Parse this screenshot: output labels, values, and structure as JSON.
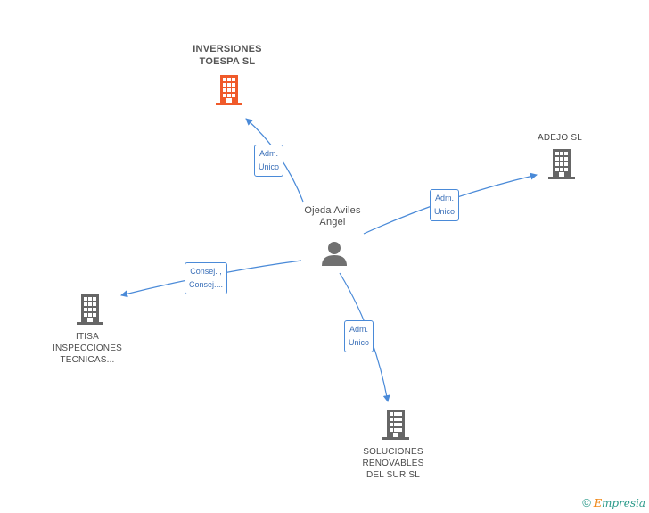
{
  "center": {
    "name_line1": "Ojeda Aviles",
    "name_line2": "Angel"
  },
  "nodes": [
    {
      "id": "inversiones",
      "lines": [
        "INVERSIONES",
        "TOESPA SL"
      ],
      "color": "#f05a2a"
    },
    {
      "id": "adejo",
      "lines": [
        "ADEJO  SL"
      ],
      "color": "#666666"
    },
    {
      "id": "itisa",
      "lines": [
        "ITISA",
        "INSPECCIONES",
        "TECNICAS..."
      ],
      "color": "#666666"
    },
    {
      "id": "soluciones",
      "lines": [
        "SOLUCIONES",
        "RENOVABLES",
        "DEL SUR  SL"
      ],
      "color": "#666666"
    }
  ],
  "edges": [
    {
      "to": "inversiones",
      "lines": [
        "Adm.",
        "Unico"
      ]
    },
    {
      "to": "adejo",
      "lines": [
        "Adm.",
        "Unico"
      ]
    },
    {
      "to": "itisa",
      "lines": [
        "Consej. ,",
        "Consej...."
      ]
    },
    {
      "to": "soluciones",
      "lines": [
        "Adm.",
        "Unico"
      ]
    }
  ],
  "footer": {
    "copyright": "©",
    "brand_first": "E",
    "brand_rest": "mpresia"
  },
  "colors": {
    "edge": "#4a8ad8",
    "person": "#707070"
  }
}
